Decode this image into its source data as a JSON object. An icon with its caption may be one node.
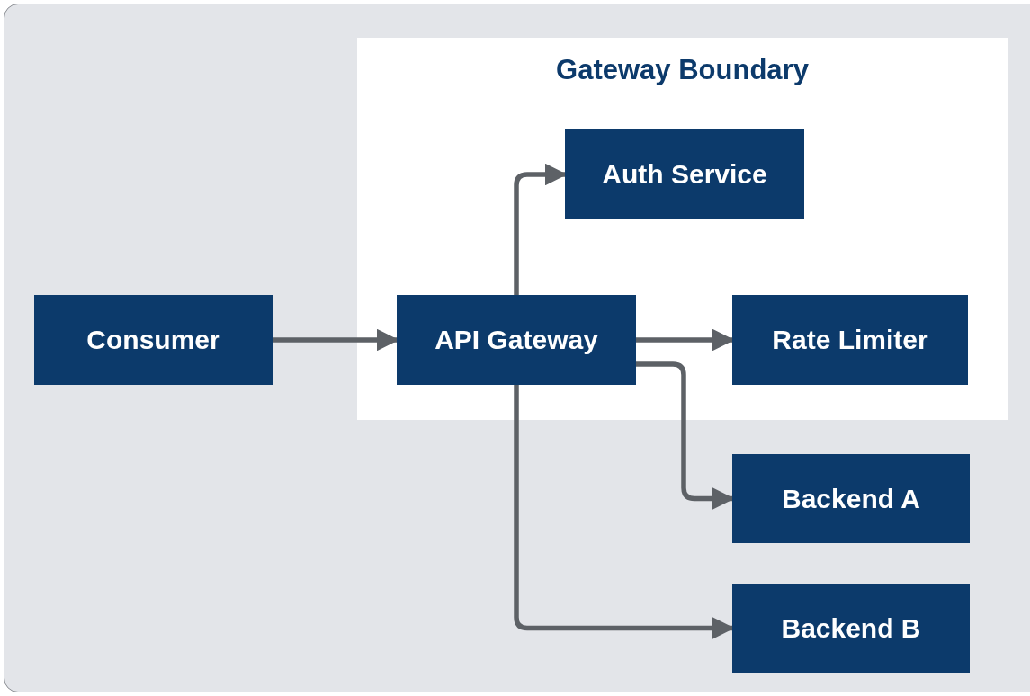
{
  "diagram": {
    "nodes": [
      {
        "text": [
          "Gateway Boundary"
        ]
      },
      {
        "text": [
          "Auth Service"
        ],
        "in": 0
      },
      {
        "text": [
          "Consumer"
        ]
      },
      {
        "text": [
          "API Gateway"
        ],
        "in": 0
      },
      {
        "text": [
          "Rate Limiter"
        ],
        "in": 0
      },
      {
        "text": [
          "Backend A"
        ]
      },
      {
        "text": [
          "Backend B"
        ]
      }
    ],
    "edges": [
      {
        "from": 2,
        "to": 3,
        "arrow": "to"
      },
      {
        "from": 3,
        "to": 1,
        "arrow": "to"
      },
      {
        "from": 3,
        "to": 4,
        "arrow": "to"
      },
      {
        "from": 3,
        "to": 5,
        "arrow": "to"
      },
      {
        "from": 3,
        "to": 6,
        "arrow": "to"
      }
    ]
  }
}
